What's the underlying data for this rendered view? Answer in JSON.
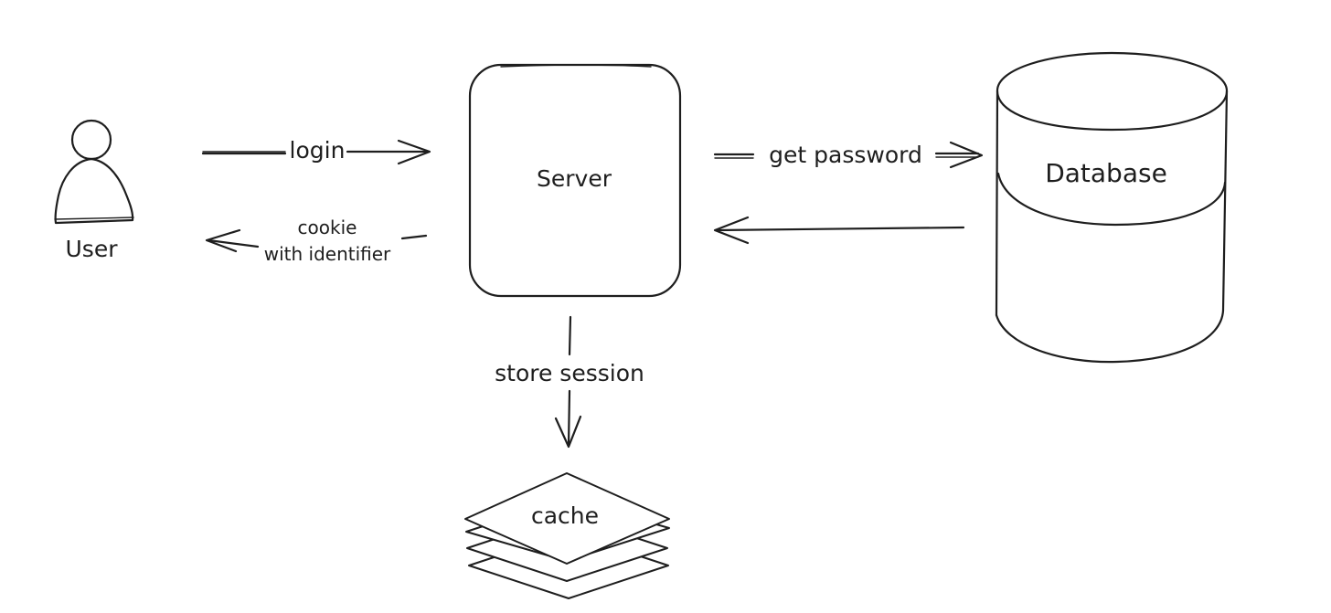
{
  "nodes": {
    "user": {
      "label": "User"
    },
    "server": {
      "label": "Server"
    },
    "database": {
      "label": "Database"
    },
    "cache": {
      "label": "cache"
    }
  },
  "edges": {
    "login": {
      "label": "login"
    },
    "cookie": {
      "line1": "cookie",
      "line2": "with identifier"
    },
    "get_password": {
      "label": "get password"
    },
    "store_session": {
      "label": "store session"
    }
  }
}
